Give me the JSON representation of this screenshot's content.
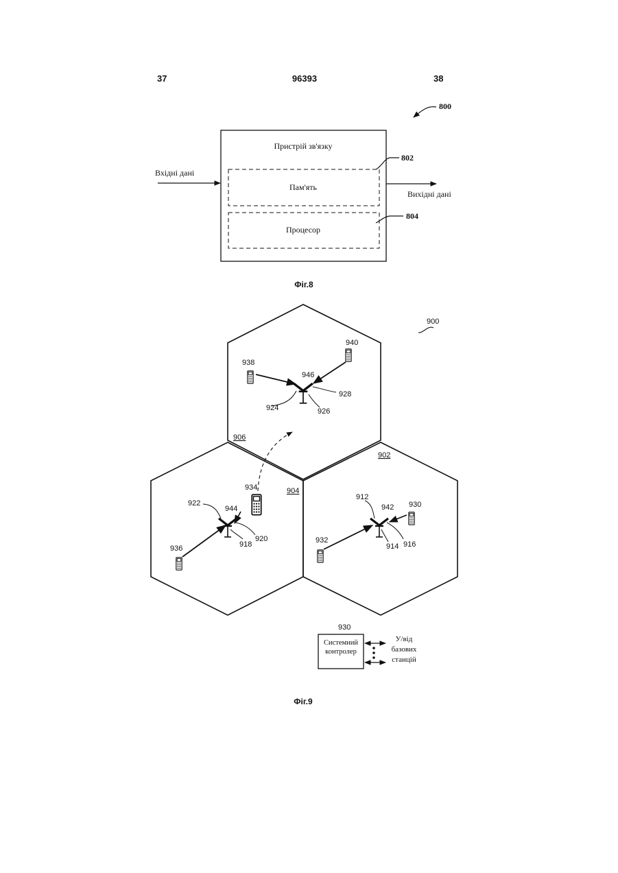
{
  "header": {
    "left_page": "37",
    "patent_number": "96393",
    "right_page": "38"
  },
  "fig8": {
    "ref": "800",
    "device_label": "Пристрій зв'язку",
    "input_label": "Вхідні дані",
    "output_label": "Вихідні дані",
    "memory_label": "Пам'ять",
    "memory_ref": "802",
    "processor_label": "Процесор",
    "processor_ref": "804",
    "caption": "Фіг.8"
  },
  "fig9": {
    "ref": "900",
    "cells": {
      "top": "906",
      "left": "904",
      "right": "902"
    },
    "base_station_top": {
      "ref": "946",
      "antennas": [
        "924",
        "926",
        "928"
      ]
    },
    "base_station_left": {
      "ref": "944",
      "antennas": [
        "922",
        "918",
        "920"
      ]
    },
    "base_station_right": {
      "ref": "942",
      "antennas": [
        "912",
        "914",
        "916"
      ]
    },
    "terminals": [
      "938",
      "940",
      "934",
      "936",
      "932",
      "930"
    ],
    "controller": {
      "ref": "930",
      "line1": "Системний",
      "line2": "контролер",
      "link_line1": "У/від",
      "link_line2": "базових",
      "link_line3": "станцій"
    },
    "caption": "Фіг.9"
  }
}
